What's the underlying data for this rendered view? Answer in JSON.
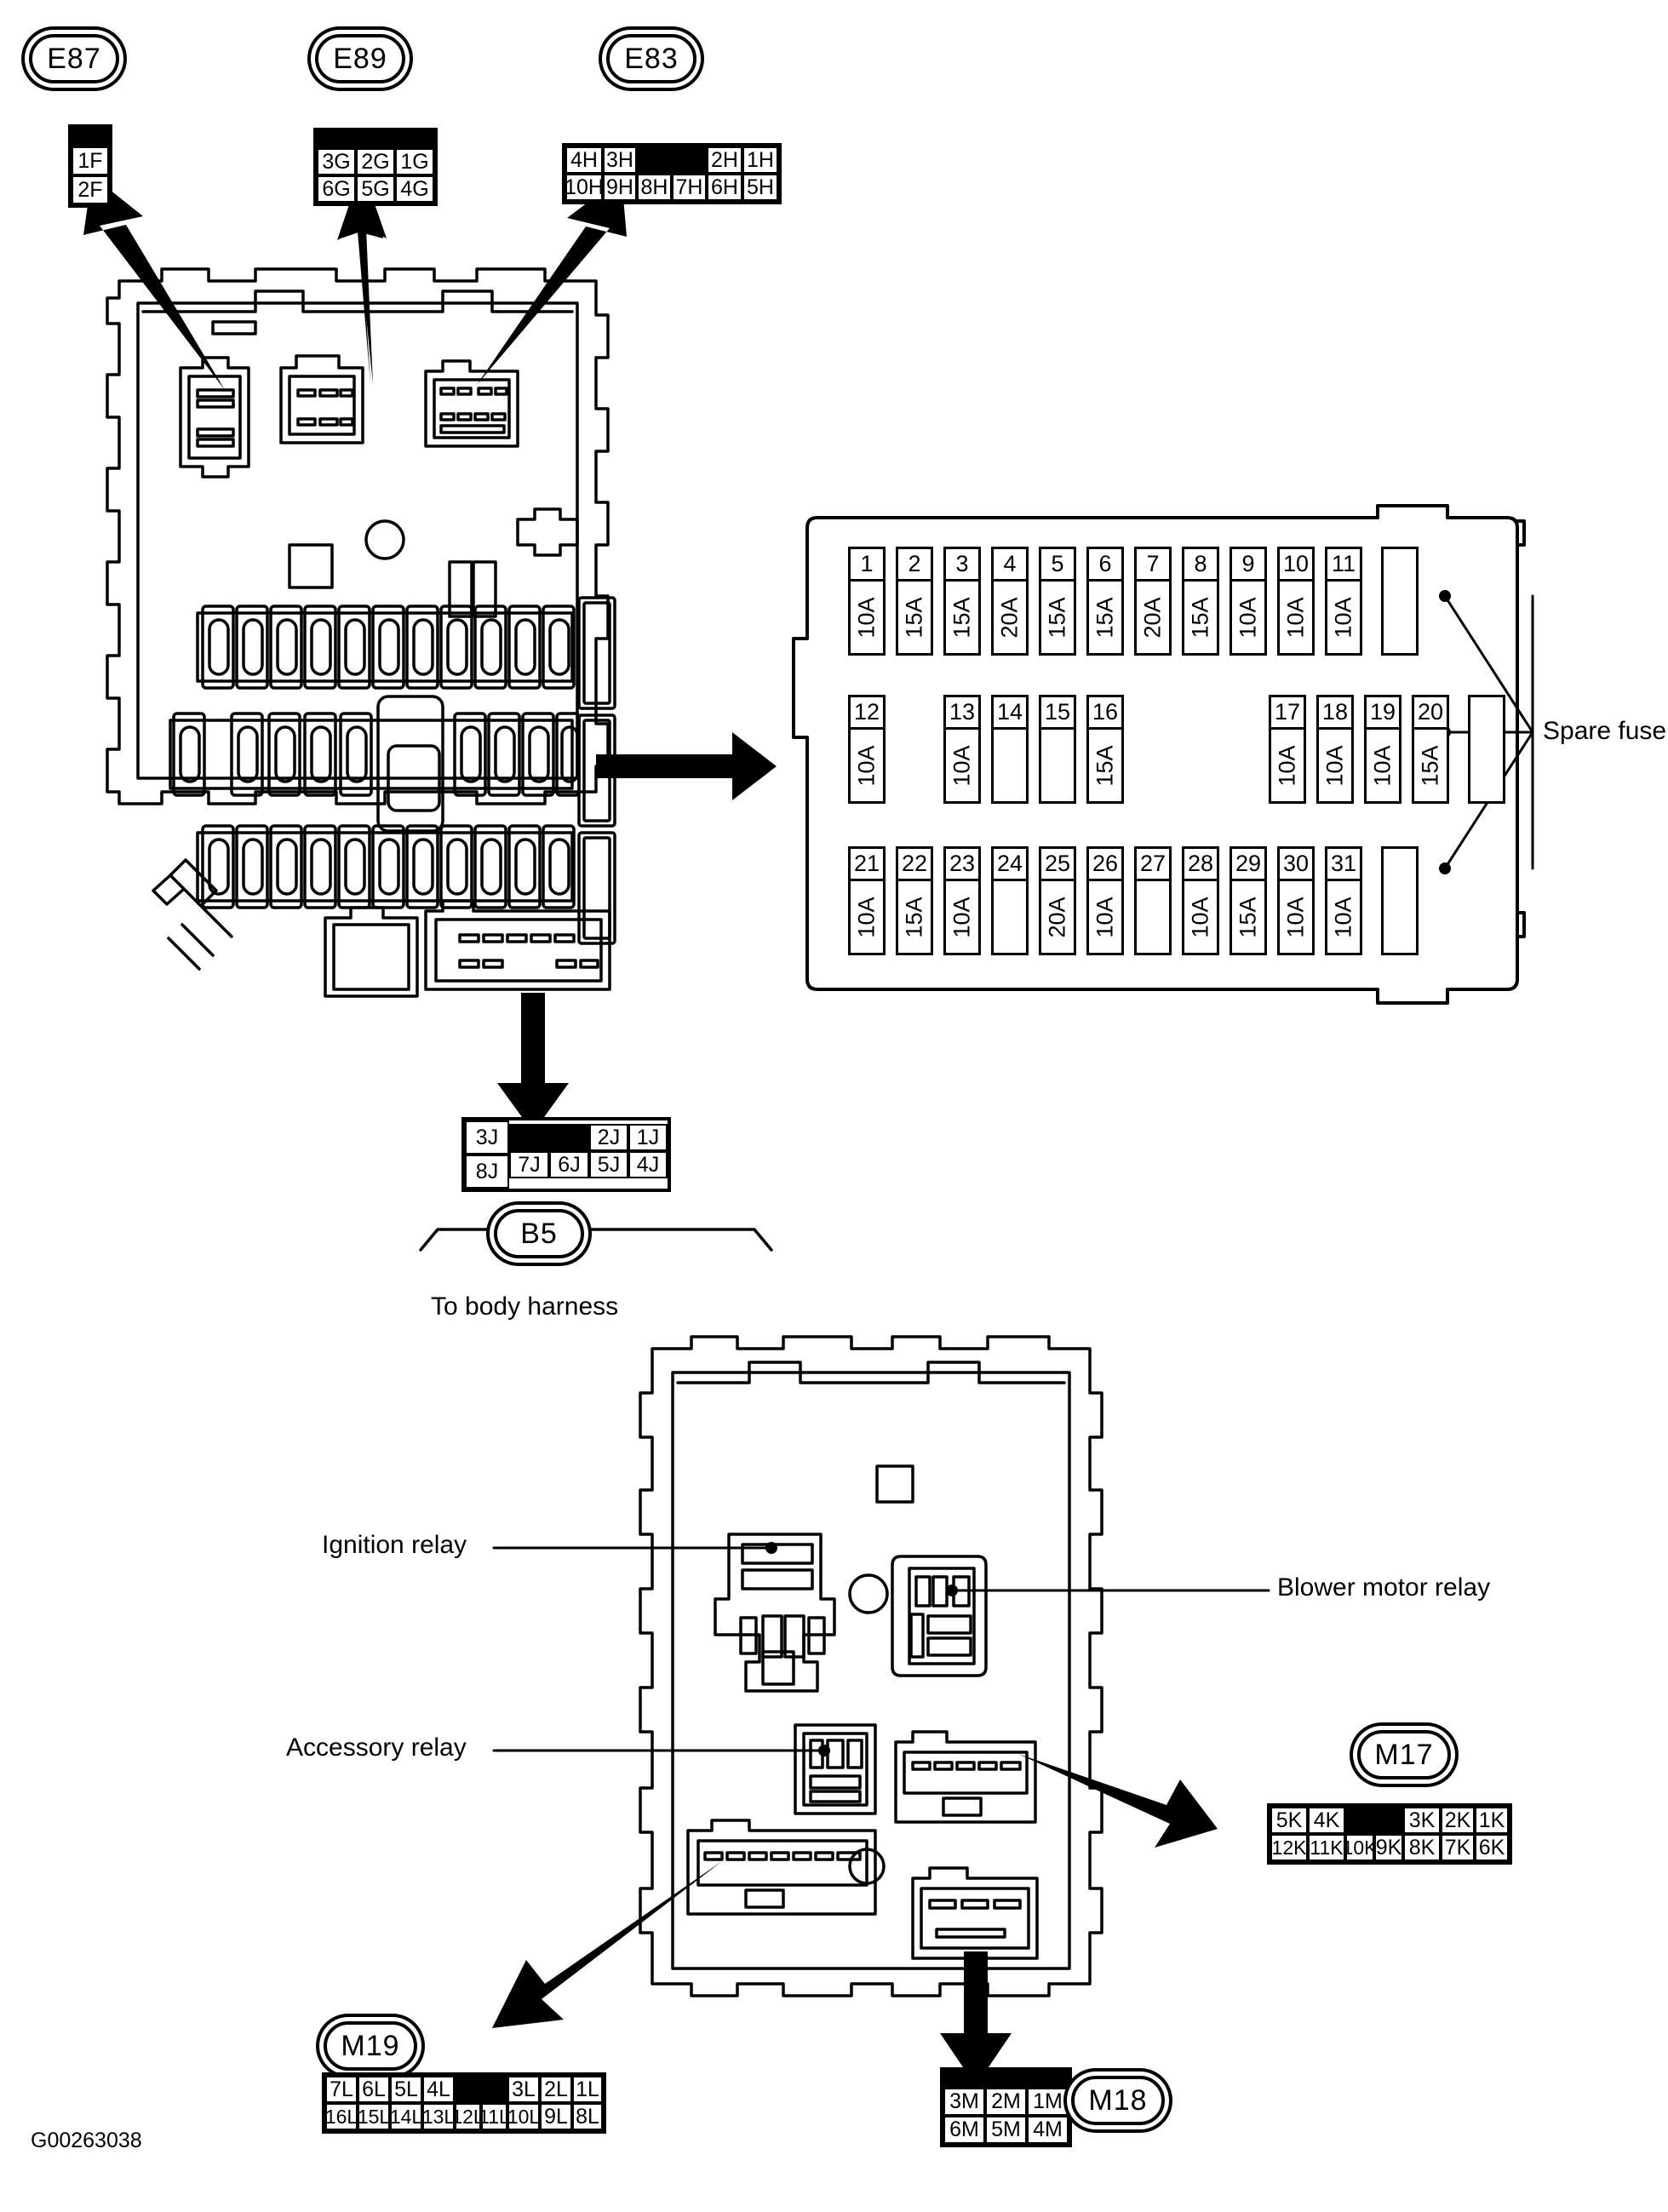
{
  "diagram": {
    "figure_id": "G00263038",
    "title_labels": {
      "to_body_harness": "To body harness",
      "spare_fuse": "Spare fuse"
    }
  },
  "connectors": [
    {
      "id": "E87",
      "bubble": "E87",
      "rows": [
        [
          "1F"
        ],
        [
          "2F"
        ]
      ],
      "has_black_key": true,
      "black_key_position": "top"
    },
    {
      "id": "E89",
      "bubble": "E89",
      "rows": [
        [
          "3G",
          "2G",
          "1G"
        ],
        [
          "6G",
          "5G",
          "4G"
        ]
      ],
      "has_black_key": true,
      "black_key_position": "top"
    },
    {
      "id": "E83",
      "bubble": "E83",
      "rows": [
        [
          "4H",
          "3H",
          "",
          "2H",
          "1H"
        ],
        [
          "10H",
          "9H",
          "8H",
          "7H",
          "6H",
          "5H"
        ]
      ],
      "has_black_key": true,
      "black_key_position": "inline"
    },
    {
      "id": "B5",
      "bubble": "B5",
      "rows": [
        [
          "3J",
          "",
          "2J",
          "1J"
        ],
        [
          "8J",
          "7J",
          "6J",
          "5J",
          "4J"
        ]
      ],
      "has_black_key": true,
      "black_key_position": "inline"
    },
    {
      "id": "M17",
      "bubble": "M17",
      "rows": [
        [
          "5K",
          "4K",
          "",
          "3K",
          "2K",
          "1K"
        ],
        [
          "12K",
          "11K",
          "10K",
          "9K",
          "8K",
          "7K",
          "6K"
        ]
      ],
      "has_black_key": true,
      "black_key_position": "inline"
    },
    {
      "id": "M19",
      "bubble": "M19",
      "rows": [
        [
          "7L",
          "6L",
          "5L",
          "4L",
          "",
          "3L",
          "2L",
          "1L"
        ],
        [
          "16L",
          "15L",
          "14L",
          "13L",
          "12L",
          "11L",
          "10L",
          "9L",
          "8L"
        ]
      ],
      "has_black_key": true,
      "black_key_position": "inline"
    },
    {
      "id": "M18",
      "bubble": "M18",
      "rows": [
        [
          "3M",
          "2M",
          "1M"
        ],
        [
          "6M",
          "5M",
          "4M"
        ]
      ],
      "has_black_key": true,
      "black_key_position": "top"
    }
  ],
  "fuse_block": {
    "name": "fuse-and-fusible-link-block",
    "spare_label": "Spare fuse",
    "rows": [
      {
        "row": 1,
        "fuses": [
          {
            "number": "1",
            "amp": "10A"
          },
          {
            "number": "2",
            "amp": "15A"
          },
          {
            "number": "3",
            "amp": "15A"
          },
          {
            "number": "4",
            "amp": "20A"
          },
          {
            "number": "5",
            "amp": "15A"
          },
          {
            "number": "6",
            "amp": "15A"
          },
          {
            "number": "7",
            "amp": "20A"
          },
          {
            "number": "8",
            "amp": "15A"
          },
          {
            "number": "9",
            "amp": "10A"
          },
          {
            "number": "10",
            "amp": "10A"
          },
          {
            "number": "11",
            "amp": "10A"
          }
        ],
        "spare": true
      },
      {
        "row": 2,
        "fuses": [
          {
            "number": "12",
            "amp": "10A"
          },
          {
            "number": "",
            "amp": "",
            "gap": true
          },
          {
            "number": "13",
            "amp": "10A"
          },
          {
            "number": "14",
            "amp": ""
          },
          {
            "number": "15",
            "amp": ""
          },
          {
            "number": "16",
            "amp": "15A"
          },
          {
            "number": "",
            "amp": "",
            "gap": true
          },
          {
            "number": "17",
            "amp": "10A"
          },
          {
            "number": "18",
            "amp": "10A"
          },
          {
            "number": "19",
            "amp": "10A"
          },
          {
            "number": "20",
            "amp": "15A"
          }
        ],
        "spare": true
      },
      {
        "row": 3,
        "fuses": [
          {
            "number": "21",
            "amp": "10A"
          },
          {
            "number": "22",
            "amp": "15A"
          },
          {
            "number": "23",
            "amp": "10A"
          },
          {
            "number": "24",
            "amp": ""
          },
          {
            "number": "25",
            "amp": "20A"
          },
          {
            "number": "26",
            "amp": "10A"
          },
          {
            "number": "27",
            "amp": ""
          },
          {
            "number": "28",
            "amp": "10A"
          },
          {
            "number": "29",
            "amp": "15A"
          },
          {
            "number": "30",
            "amp": "10A"
          },
          {
            "number": "31",
            "amp": "10A"
          }
        ],
        "spare": true
      }
    ]
  },
  "relays": {
    "ignition": "Ignition relay",
    "accessory": "Accessory relay",
    "blower_motor": "Blower motor relay"
  }
}
